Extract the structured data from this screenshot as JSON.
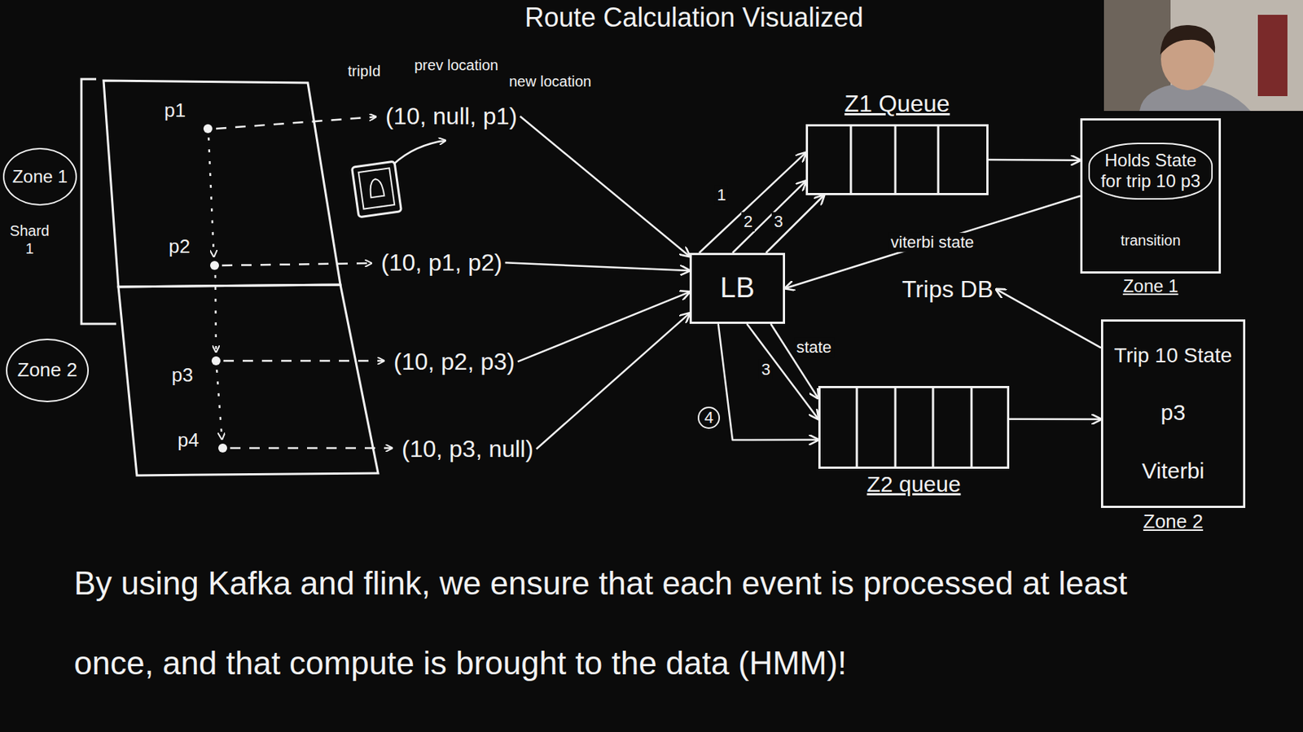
{
  "diagram": {
    "title": "Route Calculation Visualized",
    "caption": "By using Kafka and flink, we ensure that each event is processed at least once, and that compute is brought to the data (HMM)!",
    "nodes": [
      {
        "text": [
          "Zone 1"
        ]
      },
      {
        "text": [
          "Zone 2"
        ]
      },
      {
        "text": [
          "(10, null, p1)"
        ]
      },
      {
        "text": [
          "(10, p1, p2)"
        ]
      },
      {
        "text": [
          "(10, p2, p3)"
        ]
      },
      {
        "text": [
          "(10, p3, null)"
        ]
      },
      {
        "text": [
          "LB"
        ]
      },
      {
        "text": [
          "Z1 Queue"
        ]
      },
      {
        "text": [
          "Z2 queue"
        ]
      },
      {
        "text": [
          "Holds State for trip 10 p3",
          "transition",
          "Zone 1"
        ]
      },
      {
        "text": [
          "Trip 10 State",
          "p3",
          "Viterbi",
          "Zone 2"
        ]
      },
      {
        "text": [
          "Trips DB"
        ]
      }
    ],
    "edges": [
      {
        "from": 2,
        "to": 6,
        "arrow": "to"
      },
      {
        "from": 3,
        "to": 6,
        "arrow": "to"
      },
      {
        "from": 4,
        "to": 6,
        "arrow": "to"
      },
      {
        "from": 5,
        "to": 6,
        "arrow": "to"
      },
      {
        "from": 6,
        "to": 7,
        "label": "1",
        "arrow": "to"
      },
      {
        "from": 6,
        "to": 7,
        "label": "2",
        "arrow": "to"
      },
      {
        "from": 6,
        "to": 7,
        "label": "3",
        "arrow": "to"
      },
      {
        "from": 7,
        "to": 9,
        "arrow": "to"
      },
      {
        "from": 9,
        "to": 6,
        "label": "viterbi state",
        "arrow": "to"
      },
      {
        "from": 6,
        "to": 8,
        "label": "state",
        "arrow": "to"
      },
      {
        "from": 6,
        "to": 8,
        "label": "3",
        "arrow": "to"
      },
      {
        "from": 6,
        "to": 8,
        "label": "4",
        "arrow": "to"
      },
      {
        "from": 8,
        "to": 10,
        "arrow": "to"
      },
      {
        "from": 10,
        "to": 11,
        "arrow": "to"
      }
    ],
    "labels": [
      "tripId",
      "prev location",
      "new location",
      "p1",
      "p2",
      "p3",
      "p4",
      "Shard 1"
    ]
  }
}
